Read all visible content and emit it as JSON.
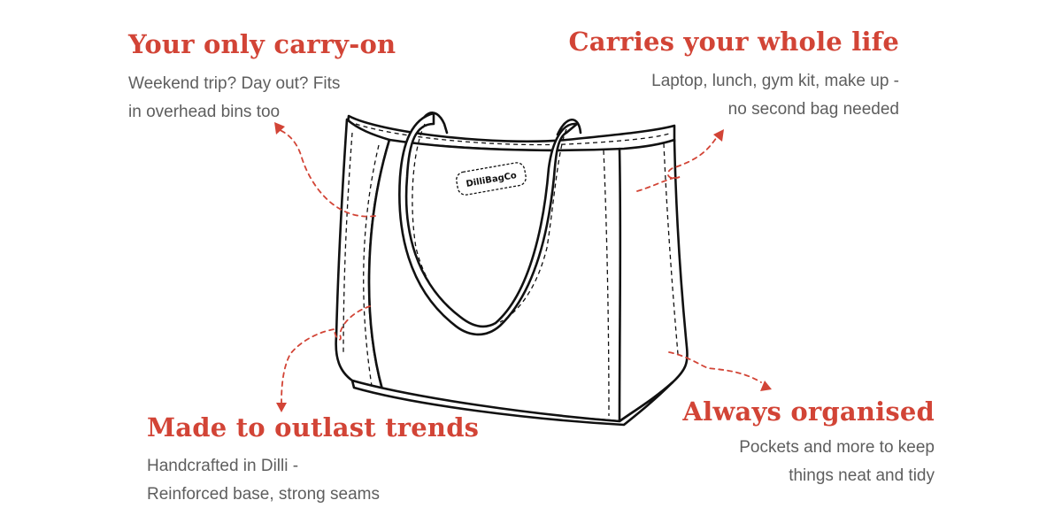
{
  "brand_label": "DilliBagCo",
  "callouts": {
    "top_left": {
      "title": "Your only carry-on",
      "lines": [
        "Weekend trip? Day out? Fits",
        "in overhead bins too"
      ]
    },
    "top_right": {
      "title": "Carries your whole life",
      "lines": [
        "Laptop, lunch, gym kit, make up -",
        "no second bag needed"
      ]
    },
    "bottom_left": {
      "title": "Made to outlast trends",
      "lines": [
        "Handcrafted in Dilli -",
        "Reinforced base, strong seams"
      ]
    },
    "bottom_right": {
      "title": "Always organised",
      "lines": [
        "Pockets and more to keep",
        "things neat and tidy"
      ]
    }
  },
  "colors": {
    "accent": "#d24436",
    "body_text": "#5e5e5e",
    "outline": "#111111"
  }
}
